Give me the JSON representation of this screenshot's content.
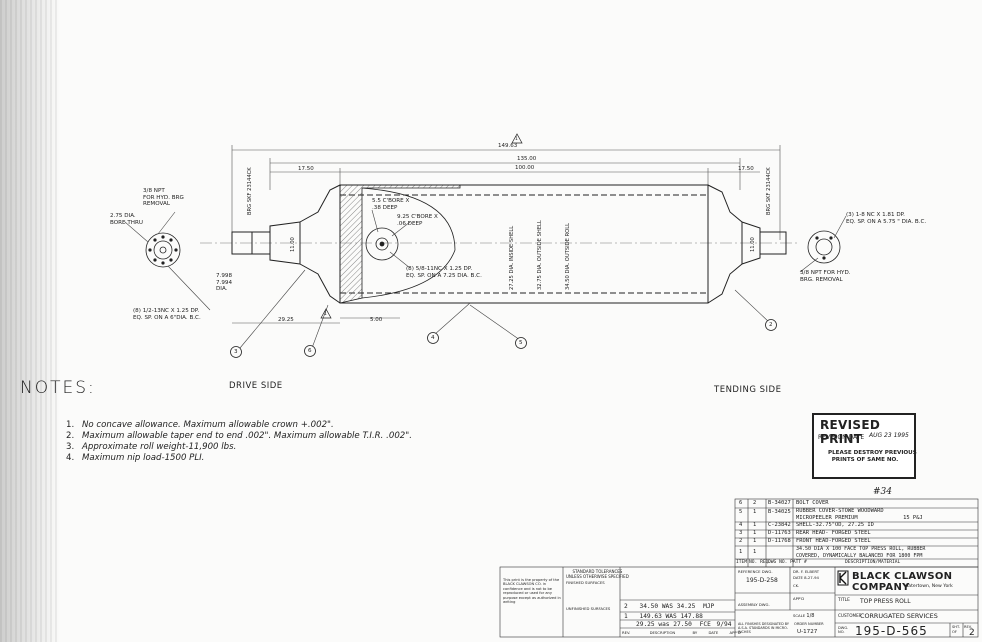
{
  "drawing": {
    "dims": {
      "overall": "149.63",
      "body": "135.00",
      "face": "100.00",
      "left_journal": "17.50",
      "right_journal": "17.50",
      "shoulder": "29.25",
      "offset": "5.00",
      "journal_dia": "11.00",
      "journal_dia_right": "11.00",
      "neck_dia": "7.998\n7.994\nDIA."
    },
    "section_labels": {
      "inside_shell": "27.25 DIA. INSIDE SHELL",
      "outside_shell": "32.75 DIA. OUTSIDE SHELL",
      "outside_roll": "34.50 DIA. OUTSIDE ROLL",
      "brg_left": "BRG SKF 23144CK",
      "brg_right": "BRG SKF 23144CK"
    },
    "callouts": {
      "npt_hyd": "3/8 NPT\nFOR HYD. BRG\nREMOVAL",
      "bore_thru": "2.75 DIA.\nBORE THRU",
      "cbore_55": "5.5 C'BORE X\n.38 DEEP",
      "cbore_925": "9.25 C'BORE X\n.06 DEEP",
      "tap_58": "(8) 5/8-11NC X 1.25 DP.\nEQ. SP. ON A 7.25 DIA. B.C.",
      "tap_12": "(8) 1/2-13NC X 1.25 DP.\nEQ. SP. ON A 6\"DIA. B.C.",
      "tap_1_8": "(3) 1-8 NC X 1.81 DP.\nEQ. SP. ON A 5.75 \" DIA. B.C.",
      "npt_right": "3/8 NPT FOR HYD.\nBRG. REMOVAL"
    },
    "item_balloons": [
      "3",
      "6",
      "4",
      "5",
      "2"
    ],
    "revision_triangle": "1",
    "drive_side": "DRIVE SIDE",
    "tending_side": "TENDING SIDE"
  },
  "notes": {
    "title": "NOTES:",
    "items": [
      {
        "n": "1.",
        "text": "No concave allowance.  Maximum allowable crown +.002\"."
      },
      {
        "n": "2.",
        "text": "Maximum allowable taper end to end .002\".  Maximum allowable T.I.R. .002\"."
      },
      {
        "n": "3.",
        "text": "Approximate roll weight-11,900 lbs."
      },
      {
        "n": "4.",
        "text": "Maximum nip load-1500 PLI."
      }
    ]
  },
  "stamp": {
    "title": "REVISED PRINT",
    "date_label": "REVISION DATE",
    "date_value": "AUG 23 1995",
    "message": "PLEASE DESTROY PREVIOUS\nPRINTS OF SAME NO."
  },
  "handwritten": "#34",
  "bom": {
    "header": {
      "item": "ITEM",
      "no_req": "NO. REQ.",
      "dwg": "DWG NO. PATT #",
      "desc": "DESCRIPTION/MATERIAL"
    },
    "rows": [
      {
        "item": "6",
        "qty": "2",
        "dwg": "B-34027",
        "desc": "BOLT COVER"
      },
      {
        "item": "5",
        "qty": "1",
        "dwg": "B-34025",
        "desc": "RUBBER COVER-STOWE WOODWARD\nMICROPEELER PREMIUM              15 P&J"
      },
      {
        "item": "4",
        "qty": "1",
        "dwg": "C-23842",
        "desc": "SHELL-32.75\"OD, 27.25 ID"
      },
      {
        "item": "3",
        "qty": "1",
        "dwg": "D-11763",
        "desc": "REAR HEAD- FORGED STEEL"
      },
      {
        "item": "2",
        "qty": "1",
        "dwg": "D-11768",
        "desc": "FRONT HEAD-FORGED STEEL"
      },
      {
        "item": "1",
        "qty": "1",
        "dwg": "",
        "desc": "34.50 DIA X 100 FACE TOP PRESS ROLL, RUBBER\nCOVERED, DYNAMICALLY BALANCED FOR 1800 FPM"
      }
    ]
  },
  "title_block": {
    "property_note": "This print is the property of the BLACK CLAWSON CO. in confidence and is not to be reproduced or used for any purpose except as authorized in writing",
    "std_tol_title": "STANDARD TOLERANCES\nUNLESS OTHERWISE SPECIFIED",
    "finished_surfaces": "FINISHED SURFACES",
    "unfinished_surfaces": "UNFINISHED SURFACES",
    "revisions": [
      {
        "mark": "2",
        "desc": "34.50 WAS 34.25",
        "by": "MJP",
        "date": ""
      },
      {
        "mark": "1",
        "desc": "149.63 WAS 147.88",
        "by": "",
        "date": ""
      },
      {
        "mark": "",
        "desc": "29.25 was 27.50",
        "by": "FCE",
        "date": "9/94"
      }
    ],
    "rev_header": {
      "rev": "REV.",
      "desc": "DESCRIPTION",
      "by": "BY",
      "date": "DATE",
      "appd": "APP'D"
    },
    "reference_dwg_label": "REFERENCE DWG.",
    "reference_dwg": "195-D-258",
    "assembly_dwg_label": "ASSEMBLY DWG.",
    "dr_label": "DR.",
    "dr_value": "F. ELBERT",
    "date_label": "DATE",
    "date_value": "8-27-94",
    "ck_label": "CK.",
    "appd_label": "APP'D",
    "scale_label": "SCALE",
    "scale_value": "1/8",
    "finishes_note": "ALL FINISHES DESIGNATED BY A.S.A. STANDARDS IN MICRO-INCHES",
    "order_label": "ORDER NUMBER",
    "order_value": "U-1727",
    "company": "BLACK CLAWSON COMPANY",
    "location": "Watertown, New York",
    "title_label": "TITLE",
    "title_value": "TOP PRESS ROLL",
    "customer_label": "CUSTOMER",
    "customer_value": "CORRUGATED SERVICES",
    "dwg_label": "DWG. NO.",
    "dwg_no": "195-D-565",
    "sht_label": "SHT.",
    "sht_of": "OF",
    "rev_label": "REV.",
    "rev_value": "2"
  }
}
